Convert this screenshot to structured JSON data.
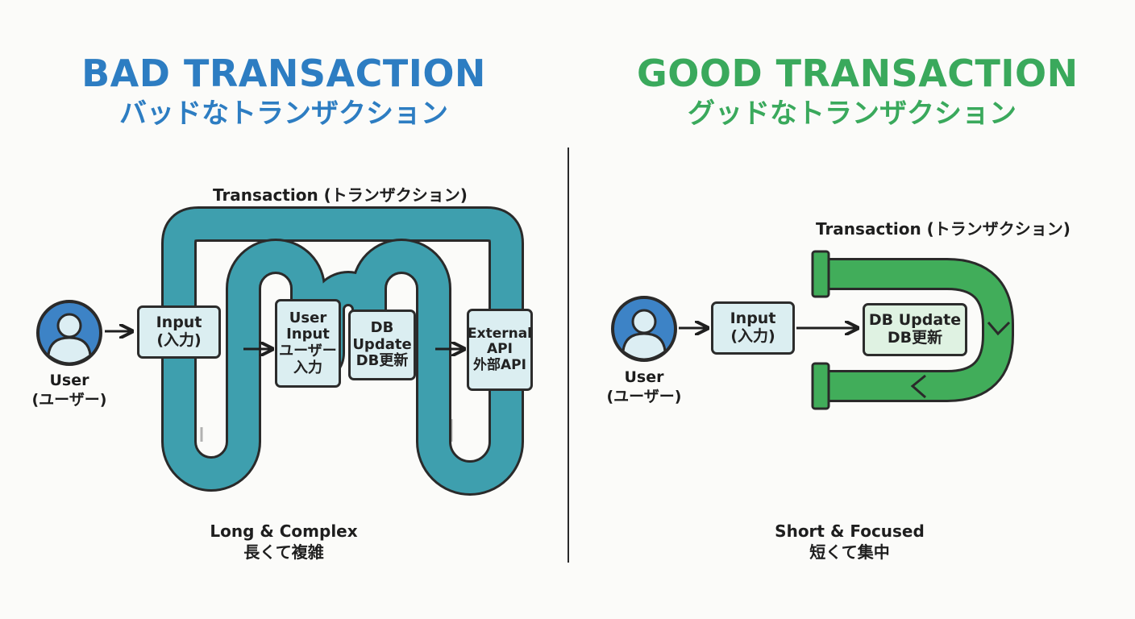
{
  "bad": {
    "title_en": "BAD TRANSACTION",
    "title_ja": "バッドなトランザクション",
    "transaction_label": "Transaction (トランザクション)",
    "user_line1": "User",
    "user_line2": "(ユーザー)",
    "input_line1": "Input",
    "input_line2": "(入力)",
    "user_input_line1": "User",
    "user_input_line2": "Input",
    "user_input_line3": "ユーザー",
    "user_input_line4": "入力",
    "db_line1": "DB",
    "db_line2": "Update",
    "db_line3": "DB更新",
    "api_line1": "External",
    "api_line2": "API",
    "api_line3": "外部API",
    "caption_line1": "Long & Complex",
    "caption_line2": "長くて複雑"
  },
  "good": {
    "title_en": "GOOD TRANSACTION",
    "title_ja": "グッドなトランザクション",
    "transaction_label": "Transaction (トランザクション)",
    "user_line1": "User",
    "user_line2": "(ユーザー)",
    "input_line1": "Input",
    "input_line2": "(入力)",
    "db_line1": "DB Update",
    "db_line2": "DB更新",
    "caption_line1": "Short & Focused",
    "caption_line2": "短くて集中"
  },
  "colors": {
    "bad_accent": "#2d7dc2",
    "good_accent": "#3aa95c",
    "pipe_teal": "#3e9fae",
    "pipe_green": "#41ad5a",
    "avatar_blue": "#3d83c6",
    "avatar_light": "#dceef3"
  },
  "icons": [
    "user-avatar-icon",
    "arrow-right-icon"
  ]
}
